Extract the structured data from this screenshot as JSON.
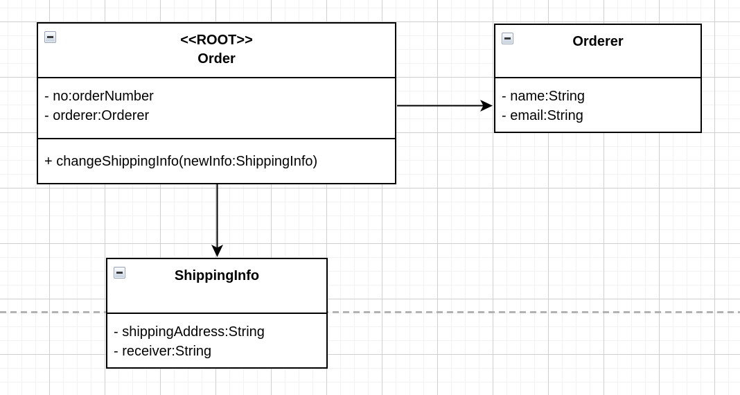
{
  "canvas": {
    "background_color": "#ffffff",
    "grid_minor_color": "#f2f2f2",
    "grid_major_color": "#cfcfcf",
    "page_break_color": "#b2b2b2",
    "stroke_color": "#000000",
    "box_fill_color": "#ffffff"
  },
  "icons": {
    "collapse": "minus-square-icon"
  },
  "classes": [
    {
      "id": "order",
      "stereotype": "<<ROOT>>",
      "name": "Order",
      "attributes": [
        "- no:orderNumber",
        "- orderer:Orderer"
      ],
      "methods": [
        "+ changeShippingInfo(newInfo:ShippingInfo)"
      ]
    },
    {
      "id": "orderer",
      "stereotype": "",
      "name": "Orderer",
      "attributes": [
        "- name:String",
        "- email:String"
      ],
      "methods": []
    },
    {
      "id": "shippinginfo",
      "stereotype": "",
      "name": "ShippingInfo",
      "attributes": [
        "- shippingAddress:String",
        "- receiver:String"
      ],
      "methods": []
    }
  ],
  "relations": [
    {
      "from": "Order",
      "to": "Orderer",
      "type": "directed-association"
    },
    {
      "from": "Order",
      "to": "ShippingInfo",
      "type": "directed-association"
    }
  ]
}
